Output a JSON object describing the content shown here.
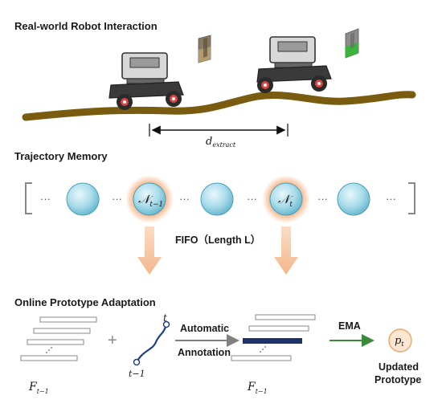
{
  "sections": {
    "robot_interaction": "Real-world Robot Interaction",
    "trajectory_memory": "Trajectory Memory",
    "prototype_adaptation": "Online Prototype Adaptation"
  },
  "distance_label": {
    "symbol": "d",
    "subscript": "extract"
  },
  "memory": {
    "ellipsis": "···",
    "node_prev": {
      "symbol": "𝒩",
      "subscript": "t−1"
    },
    "node_curr": {
      "symbol": "𝒩",
      "subscript": "t"
    },
    "fifo_label": "FIFO（Length L）"
  },
  "adaptation": {
    "plus": "+",
    "traj_top": "t",
    "traj_bottom": "t−1",
    "arrow_label_1": "Automatic",
    "arrow_label_2": "Annotation",
    "ema_label": "EMA",
    "features_left": {
      "symbol": "F",
      "subscript": "t−1"
    },
    "features_right": {
      "symbol": "F",
      "subscript": "t−1"
    },
    "prototype": {
      "symbol": "p",
      "subscript": "t"
    },
    "updated_1": "Updated",
    "updated_2": "Prototype"
  },
  "colors": {
    "ground": "#7a5c10",
    "node_fill": "#a9dcea",
    "node_glow": "#f2a26a",
    "down_arrow": "#f7c9a6",
    "trajectory_line": "#1d3f8a",
    "highlight_bar": "#1c3369",
    "ema_arrow": "#3b8a3b",
    "prototype_fill": "#fde6d2",
    "prototype_stroke": "#f0a568"
  }
}
